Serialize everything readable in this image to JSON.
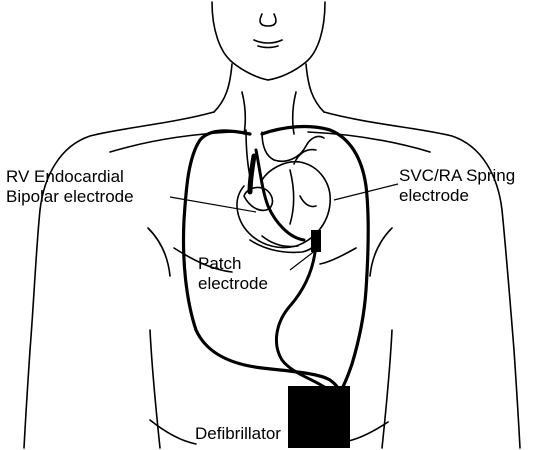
{
  "labels": {
    "rv_line1": "RV Endocardial",
    "rv_line2": "Bipolar electrode",
    "svc_line1": "SVC/RA Spring",
    "svc_line2": "electrode",
    "patch_line1": "Patch",
    "patch_line2": "electrode",
    "defibrillator": "Defibrillator"
  },
  "colors": {
    "ink": "#000000",
    "background": "#ffffff"
  }
}
